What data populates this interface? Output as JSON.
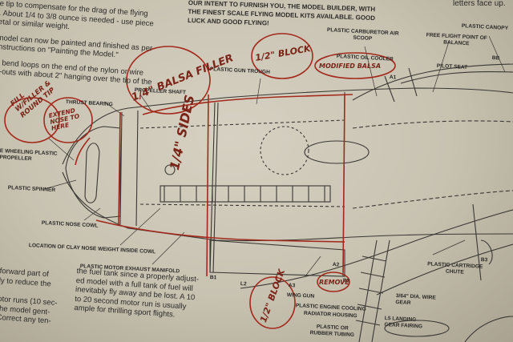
{
  "colors": {
    "paper": "#d2ccbc",
    "ink": "#2b2a27",
    "red_ink": "#a3291c"
  },
  "left_text": [
    "e tip to compensate for the drag of the flying",
    ". About 1/4 to 3/8 ounce is needed - use piece",
    "etal or similar weight.",
    "model can now be painted and finished as per",
    "instructions on \"Painting the Model.\"",
    "o bend loops on the end of the nylon or wire",
    "d-outs with about 2\" hanging over the tip of the"
  ],
  "top_text": [
    "OUR INTENT TO FURNISH YOU, THE MODEL BUILDER, WITH",
    "THE FINEST SCALE FLYING MODEL KITS AVAILABLE. GOOD",
    "LUCK AND GOOD FLYING!"
  ],
  "corner_text": "letters face up.",
  "bottom_left_text": [
    "forward part of",
    "ly to reduce the",
    "otor runs (10 sec-",
    "the model gent-",
    "Correct any ten-"
  ],
  "bottom_mid_text": [
    "the fuel tank since a properly adjust-",
    "ed model with a full tank of fuel will",
    "inevitably fly away and be lost. A 10",
    "to 20 second motor run is usually",
    "ample for thrilling sport flights."
  ],
  "labels": {
    "thrust_bearing": "THRUST BEARING",
    "propeller_shaft": "PROPELLER SHAFT",
    "wheeling_propeller": "E WHEELING PLASTIC PROPELLER",
    "plastic_spinner": "PLASTIC SPINNER",
    "plastic_nose_cowl": "PLASTIC NOSE COWL",
    "clay_location": "LOCATION OF CLAY NOSE WEIGHT INSIDE COWL",
    "exhaust_manifold": "PLASTIC MOTOR EXHAUST MANIFOLD",
    "gun_trough": "PLASTIC GUN TROUGH",
    "carburetor": "PLASTIC CARBURETOR AIR SCOOP",
    "oil_cooler": "PLASTIC OIL COOLER",
    "free_flight": "FREE FLIGHT POINT OF BALANCE",
    "pilot_seat": "PILOT SEAT",
    "canopy": "PLASTIC CANOPY",
    "wing_gun": "WING GUN",
    "cartridge_chute": "PLASTIC CARTRIDGE CHUTE",
    "radiator": "PLASTIC ENGINE COOLING RADIATOR HOUSING",
    "wire_gear": "3/64\" DIA. WIRE GEAR",
    "landing_gear": "L5  LANDING GEAR FAIRING",
    "rubber_tubing": "PLASTIC OR RUBBER TUBING",
    "a1": "A1",
    "a2": "A2",
    "a3": "A3",
    "b1": "B1",
    "b2": "B2",
    "b3": "B3",
    "bb": "BB",
    "l2": "L2"
  },
  "handwriting": {
    "fill_round": "FILL W/FILLER & ROUND TIP",
    "extend_nose": "EXTEND NOSE TO HERE",
    "balsa_filler": "1/4\" BALSA FILLER",
    "half_block_top": "1/2\" BLOCK",
    "modified_balsa": "MODIFIED BALSA",
    "quarter_sides": "1/4\" SIDES",
    "half_block_bottom": "1/2\" BLOCK",
    "remove": "REMOVE"
  }
}
